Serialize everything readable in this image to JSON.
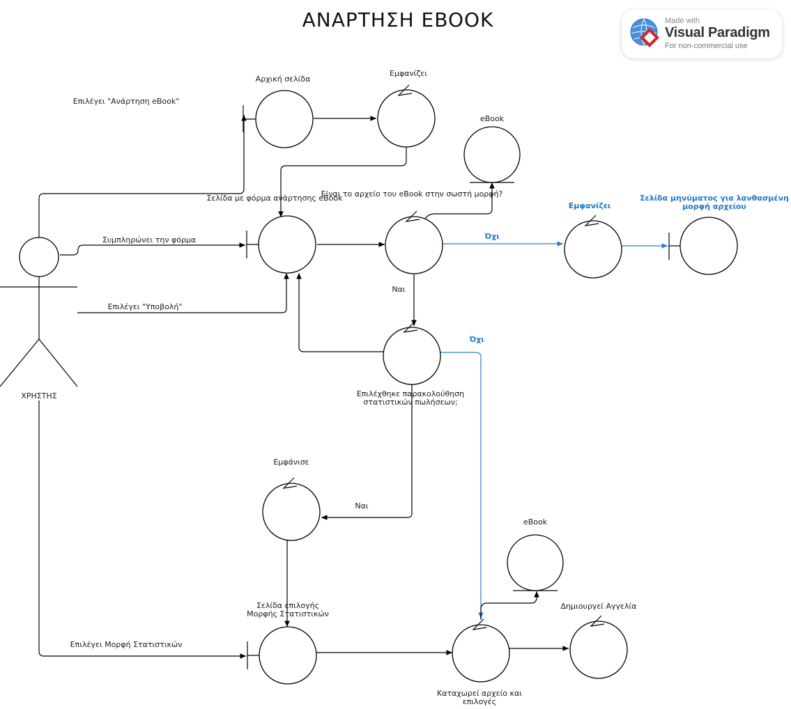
{
  "title": "ΑΝΑΡΤΗΣΗ EBOOK",
  "badge": {
    "made_with": "Made with",
    "brand": "Visual Paradigm",
    "note": "For non-commercial use"
  },
  "actor": {
    "name": "ΧΡΗΣΤΗΣ"
  },
  "nodes": {
    "home_page": "Αρχική σελίδα",
    "display_1": "Εμφανίζει",
    "ebook_1": "eBook",
    "form_page": "Σελίδα με φόρμα ανάρτησης eBook",
    "check_format": "Είναι το αρχείο του eBook στην σωστή μορφή?",
    "display_2": "Εμφανίζει",
    "error_page": "Σελίδα μηνύματος για λανθασμένη μορφή αρχείου",
    "stats_choice": "Επιλέχθηκε παρακολούθηση στατιστικών πωλήσεων;",
    "display_3": "Εμφάνισε",
    "ebook_2": "eBook",
    "stats_page": "Σελίδα επιλογής Μορφής Στατιστικών",
    "register": "Καταχωρεί αρχείο και επιλογές",
    "create_ad": "Δημιουργεί Αγγελία"
  },
  "edges": {
    "select_post": "Επιλέγει \"Ανάρτηση eBook\"",
    "fill_form": "Συμπληρώνει την φόρμα",
    "select_submit": "Επιλέγει \"Υποβολή\"",
    "no_1": "Όχι",
    "yes_1": "Ναι",
    "no_2": "Όχι",
    "yes_2": "Ναι",
    "select_stats": "Επιλέγει Μορφή Στατιστικών"
  }
}
